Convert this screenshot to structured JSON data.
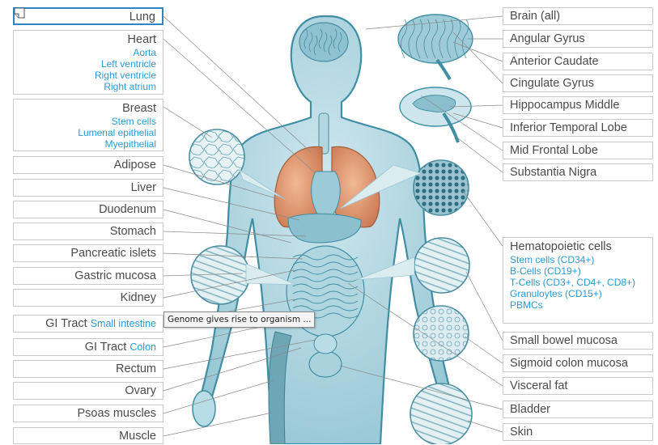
{
  "tooltip": "Genome gives rise to organism ...",
  "colors": {
    "label_text": "#4a4a4a",
    "sub_text": "#2a9bd1",
    "body": "#a9d4df",
    "body_outline": "#3f8ea3",
    "lung": "#d98b64",
    "border": "#c9c9c9",
    "active_border": "#2e86c1"
  },
  "left_labels": [
    {
      "main": "Lung",
      "subs": []
    },
    {
      "main": "Heart",
      "subs": [
        "Aorta",
        "Left ventricle",
        "Right ventricle",
        "Right atrium"
      ]
    },
    {
      "main": "Breast",
      "subs": [
        "Stem cells",
        "Lumenal epithelial",
        "Myepithelial"
      ]
    },
    {
      "main": "Adipose",
      "subs": []
    },
    {
      "main": "Liver",
      "subs": []
    },
    {
      "main": "Duodenum",
      "subs": []
    },
    {
      "main": "Stomach",
      "subs": []
    },
    {
      "main": "Pancreatic islets",
      "subs": []
    },
    {
      "main": "Gastric mucosa",
      "subs": []
    },
    {
      "main": "Kidney",
      "subs": []
    },
    {
      "main": "GI Tract",
      "inline": "Small intestine",
      "subs": []
    },
    {
      "main": "GI Tract",
      "inline": "Colon",
      "subs": []
    },
    {
      "main": "Rectum",
      "subs": []
    },
    {
      "main": "Ovary",
      "subs": []
    },
    {
      "main": "Psoas muscles",
      "subs": []
    },
    {
      "main": "Muscle",
      "subs": []
    }
  ],
  "right_labels": [
    {
      "main": "Brain (all)",
      "subs": []
    },
    {
      "main": "Angular Gyrus",
      "subs": []
    },
    {
      "main": "Anterior Caudate",
      "subs": []
    },
    {
      "main": "Cingulate Gyrus",
      "subs": []
    },
    {
      "main": "Hippocampus Middle",
      "subs": []
    },
    {
      "main": "Inferior Temporal Lobe",
      "subs": []
    },
    {
      "main": "Mid Frontal Lobe",
      "subs": []
    },
    {
      "main": "Substantia Nigra",
      "subs": []
    },
    {
      "main": "Hematopoietic cells",
      "subs": [
        "Stem cells (CD34+)",
        "B-Cells (CD19+)",
        "T-Cells (CD3+, CD4+, CD8+)",
        "Granuloytes (CD15+)",
        "PBMCs"
      ]
    },
    {
      "main": "Small bowel mucosa",
      "subs": []
    },
    {
      "main": "Sigmoid colon mucosa",
      "subs": []
    },
    {
      "main": "Visceral fat",
      "subs": []
    },
    {
      "main": "Bladder",
      "subs": []
    },
    {
      "main": "Skin",
      "subs": []
    }
  ]
}
